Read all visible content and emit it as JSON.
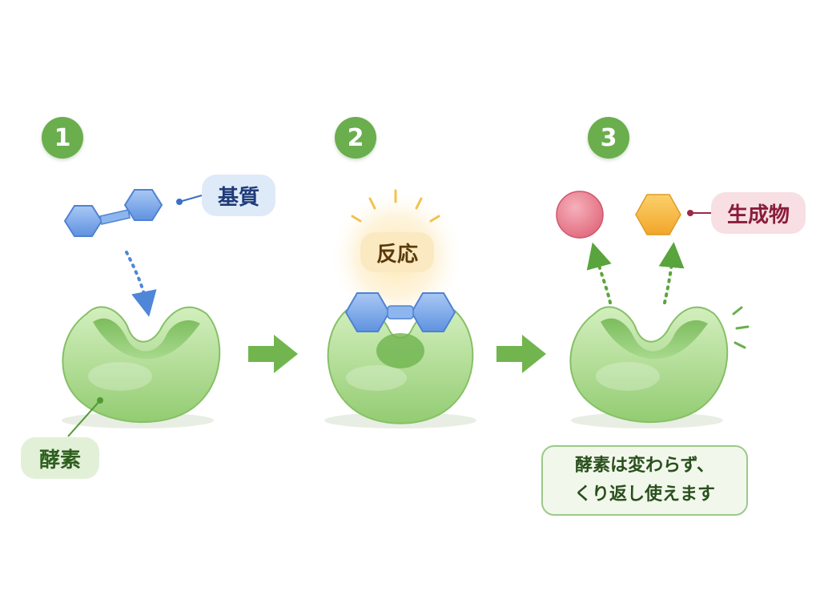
{
  "steps": [
    {
      "number": "1"
    },
    {
      "number": "2"
    },
    {
      "number": "3"
    }
  ],
  "labels": {
    "substrate": "基質",
    "reaction": "反応",
    "product": "生成物",
    "enzyme": "酵素"
  },
  "note": {
    "line1": "酵素は変わらず、",
    "line2": "くり返し使えます"
  },
  "colors": {
    "enzyme": "#a8d98a",
    "substrate": "#7aa8ea",
    "product_pink": "#ea7d8e",
    "product_orange": "#f6b23c",
    "step_badge": "#6aae4e",
    "flow_arrow": "#72b54f",
    "glow": "#fce3a6"
  },
  "icons": {
    "flow_arrow": "right-arrow-icon",
    "motion": "dotted-arrow-icon"
  }
}
